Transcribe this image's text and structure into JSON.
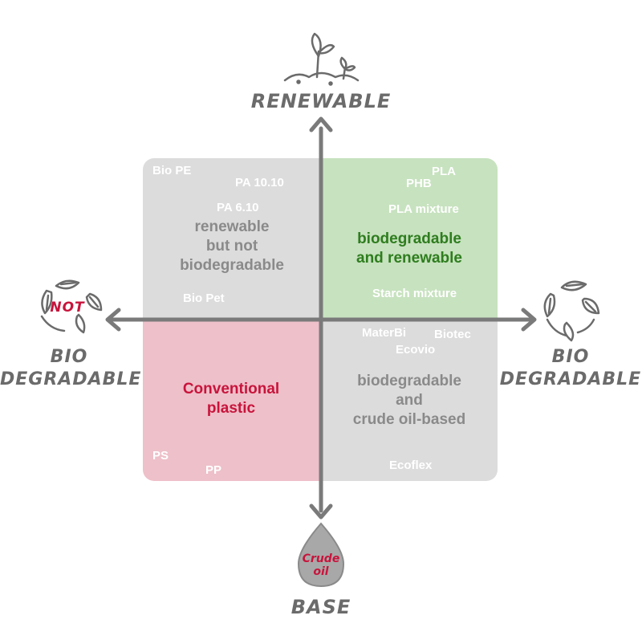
{
  "axes": {
    "top": "RENEWABLE",
    "bottom": "BASE",
    "left_not": "NOT",
    "left_line1": "BIO",
    "left_line2": "DEGRADABLE",
    "right_line1": "BIO",
    "right_line2": "DEGRADABLE",
    "crude_line1": "Crude",
    "crude_line2": "oil"
  },
  "quadrants": {
    "top_left": {
      "title": [
        "renewable",
        "but not",
        "biodegradable"
      ],
      "items": [
        "Bio PE",
        "PA 10.10",
        "PA 6.10",
        "Bio Pet"
      ]
    },
    "top_right": {
      "title": [
        "biodegradable",
        "and renewable"
      ],
      "items": [
        "PLA",
        "PHB",
        "PLA mixture",
        "Starch mixture"
      ]
    },
    "bottom_left": {
      "title": [
        "Conventional",
        "plastic"
      ],
      "items": [
        "PS",
        "PP"
      ]
    },
    "bottom_right": {
      "title": [
        "biodegradable",
        "and",
        "crude oil-based"
      ],
      "items": [
        "MaterBi",
        "Biotec",
        "Ecovio",
        "Ecoflex"
      ]
    }
  },
  "colors": {
    "axis": "#7a7a7a",
    "neutral_quadrant": "#dcdcdc",
    "green_quadrant": "#c7e2bf",
    "pink_quadrant": "#eec0c9",
    "green_text": "#2e7d1e",
    "red_text": "#c8143c"
  }
}
